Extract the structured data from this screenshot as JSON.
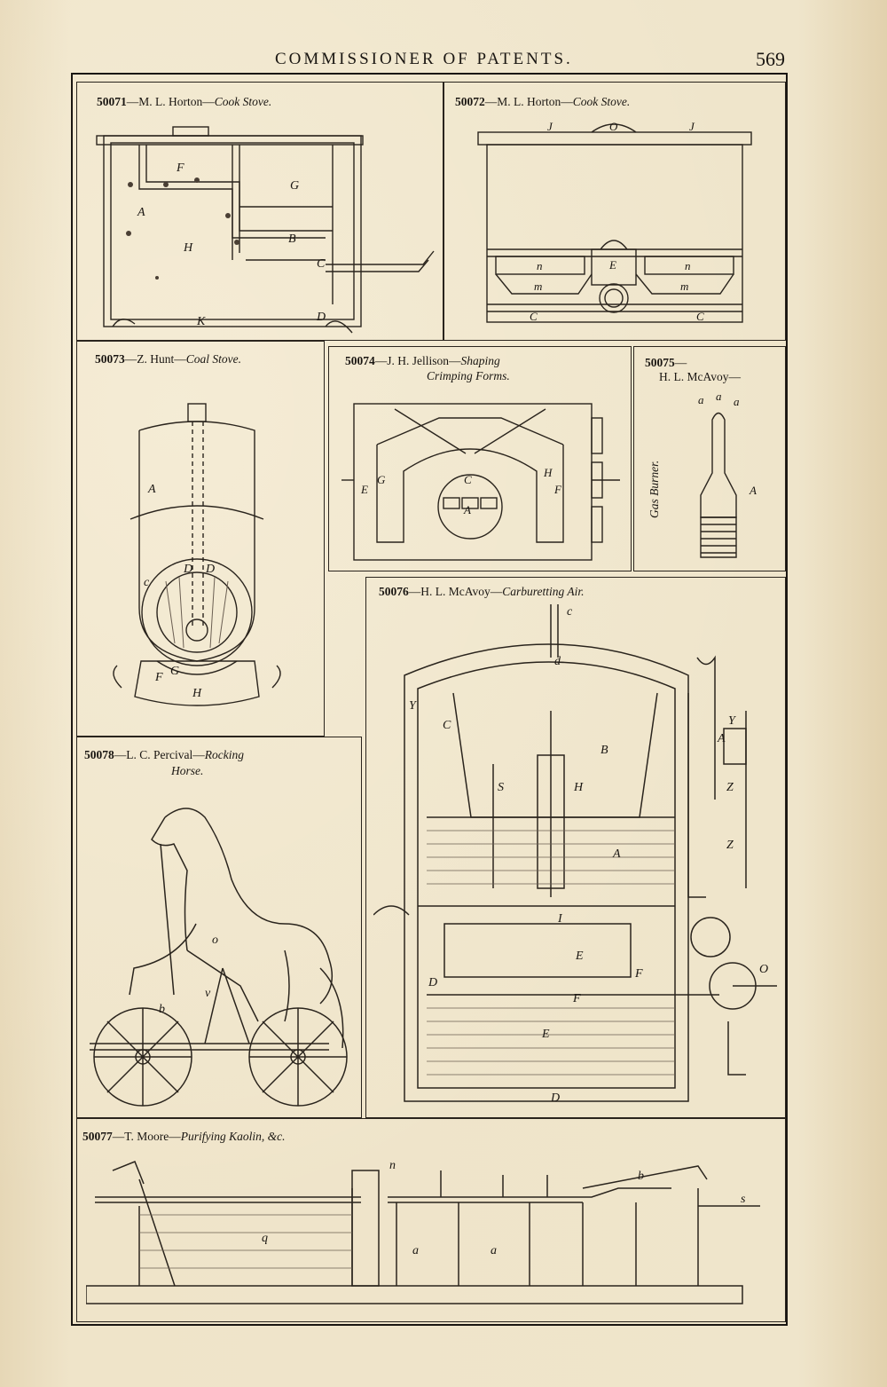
{
  "header": {
    "title": "COMMISSIONER OF PATENTS.",
    "page_number": "569"
  },
  "figures": {
    "p50071": {
      "number": "50071",
      "inventor": "—M. L. Horton—",
      "subject": "Cook Stove.",
      "labels": {
        "F": "F",
        "G": "G",
        "A": "A",
        "H": "H",
        "B": "B",
        "C": "C",
        "D": "D",
        "K": "K"
      }
    },
    "p50072": {
      "number": "50072",
      "inventor": "—M. L. Horton—",
      "subject": "Cook Stove.",
      "labels": {
        "J1": "J",
        "O": "O",
        "J2": "J",
        "n1": "n",
        "E": "E",
        "n2": "n",
        "m1": "m",
        "m2": "m",
        "C1": "C",
        "C2": "C"
      }
    },
    "p50073": {
      "number": "50073",
      "inventor": "—Z. Hunt—",
      "subject": "Coal Stove.",
      "labels": {
        "A": "A",
        "D1": "D",
        "D2": "D",
        "c": "c",
        "F": "F",
        "G": "G",
        "H": "H"
      }
    },
    "p50074": {
      "number": "50074",
      "inventor": "—J. H. Jellison—",
      "subject_line1": "Shaping",
      "subject_line2": "Crimping Forms.",
      "labels": {
        "C": "C",
        "A": "A",
        "E": "E",
        "G": "G",
        "H": "H",
        "F": "F"
      }
    },
    "p50075": {
      "number": "50075",
      "inventor_line1": "—",
      "inventor_line2": "H. L. McAvoy—",
      "subject": "Gas Burner.",
      "labels": {
        "a1": "a",
        "a2": "a",
        "a3": "a",
        "A": "A"
      }
    },
    "p50076": {
      "number": "50076",
      "inventor": "—H. L. McAvoy—",
      "subject": "Carburetting Air.",
      "labels": {
        "c": "c",
        "d": "d",
        "Y1": "Y",
        "C": "C",
        "B": "B",
        "S": "S",
        "H": "H",
        "A1": "A",
        "I": "I",
        "Y2": "Y",
        "A2": "A",
        "Z1": "Z",
        "Z2": "Z",
        "E1": "E",
        "F": "F",
        "E2": "E",
        "D1": "D",
        "D2": "D",
        "O": "O",
        "F2": "F"
      }
    },
    "p50078": {
      "number": "50078",
      "inventor": "—L. C. Percival—",
      "subject_line1": "Rocking",
      "subject_line2": "Horse.",
      "labels": {
        "o": "o",
        "v": "v",
        "b": "b"
      }
    },
    "p50077": {
      "number": "50077",
      "inventor": "—T. Moore—",
      "subject": "Purifying Kaolin, &c.",
      "labels": {
        "n": "n",
        "b": "b",
        "s": "s",
        "q": "q",
        "a1": "a",
        "a2": "a"
      }
    }
  },
  "colors": {
    "ink": "#1a1612",
    "paper": "#ece0c4",
    "hatch": "#6b5f52"
  }
}
